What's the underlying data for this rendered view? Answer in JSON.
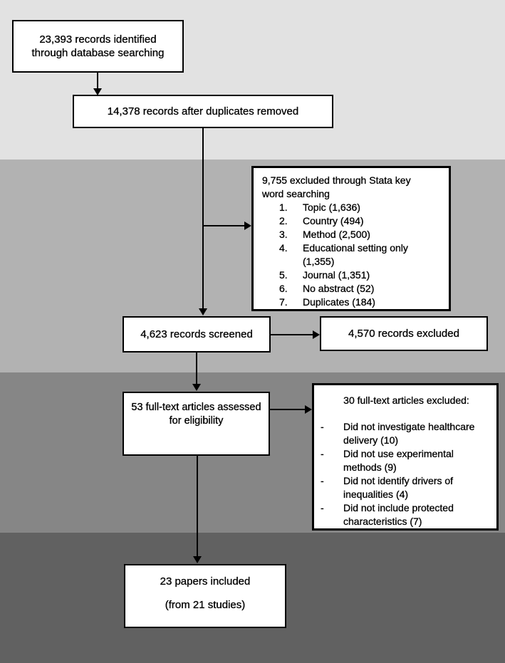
{
  "diagram": {
    "colors": {
      "band_1": "#e2e2e2",
      "band_2": "#b2b2b2",
      "band_3": "#868686",
      "band_4": "#616161",
      "box_fill": "#ffffff",
      "line": "#000000"
    },
    "boxes": {
      "identified": {
        "text": "23,393 records identified\nthrough database searching"
      },
      "after_duplicates": {
        "text": "14,378 records after duplicates removed"
      },
      "stata_excluded": {
        "title": "9,755 excluded through Stata key\nword searching",
        "items": [
          {
            "num": "1.",
            "text": "Topic (1,636)"
          },
          {
            "num": "2.",
            "text": "Country (494)"
          },
          {
            "num": "3.",
            "text": "Method (2,500)"
          },
          {
            "num": "4.",
            "text": "Educational setting only\n(1,355)"
          },
          {
            "num": "5.",
            "text": "Journal (1,351)"
          },
          {
            "num": "6.",
            "text": "No abstract (52)"
          },
          {
            "num": "7.",
            "text": "Duplicates (184)"
          }
        ]
      },
      "screened": {
        "text": "4,623 records screened"
      },
      "records_excluded": {
        "text": "4,570 records excluded"
      },
      "fulltext_assessed": {
        "text": "53 full-text articles assessed\nfor eligibility"
      },
      "fulltext_excluded": {
        "title": "30 full-text articles excluded:",
        "bullet": "-",
        "items": [
          {
            "text": "Did not investigate healthcare\ndelivery (10)"
          },
          {
            "text": "Did not use experimental\nmethods (9)"
          },
          {
            "text": "Did not identify drivers of\ninequalities (4)"
          },
          {
            "text": "Did not include protected\ncharacteristics (7)"
          }
        ]
      },
      "included": {
        "line1": "23 papers included",
        "line2": "(from 21 studies)"
      }
    }
  }
}
